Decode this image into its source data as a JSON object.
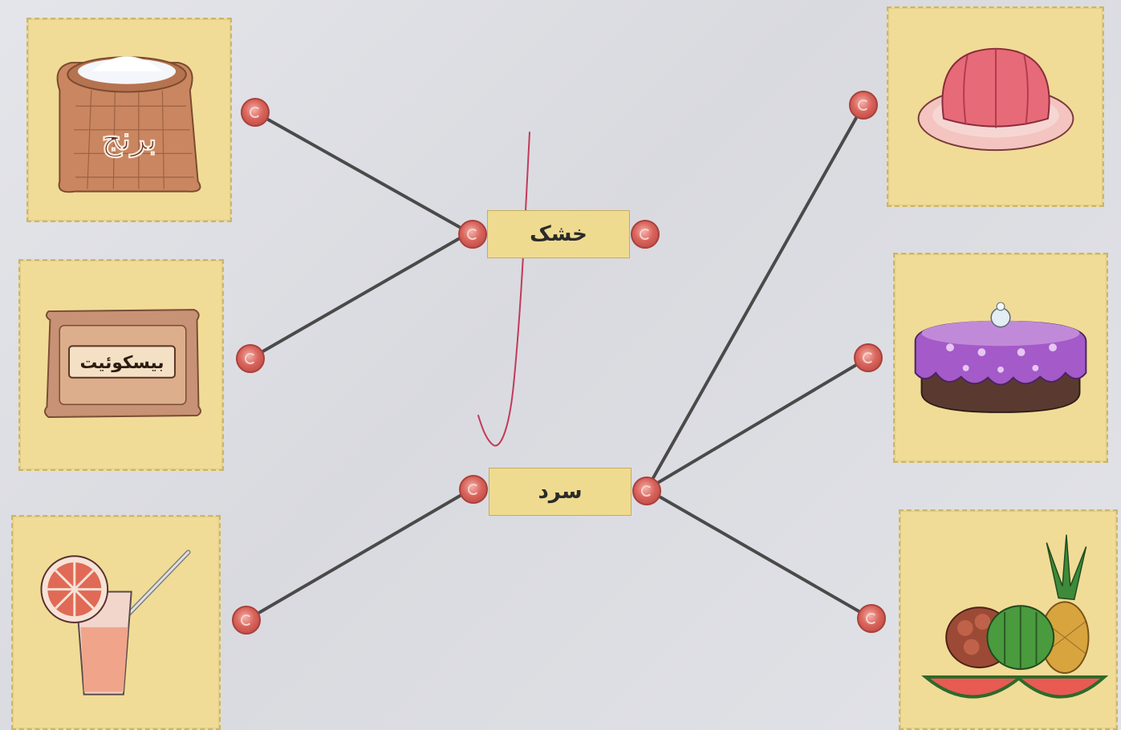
{
  "categories": {
    "dry_label": "خشک",
    "cold_label": "سرد"
  },
  "left_items": [
    {
      "name": "rice",
      "label": "برنج"
    },
    {
      "name": "biscuit",
      "label": "بیسکوئیت"
    },
    {
      "name": "juice",
      "label": ""
    }
  ],
  "right_items": [
    {
      "name": "jelly",
      "label": ""
    },
    {
      "name": "cake",
      "label": ""
    },
    {
      "name": "fruits",
      "label": ""
    }
  ],
  "colors": {
    "card_fill": "#f0dc96",
    "dot_fill": "#d9645c",
    "line": "#4a4a4a",
    "pencil_mark": "#c23a5a"
  }
}
